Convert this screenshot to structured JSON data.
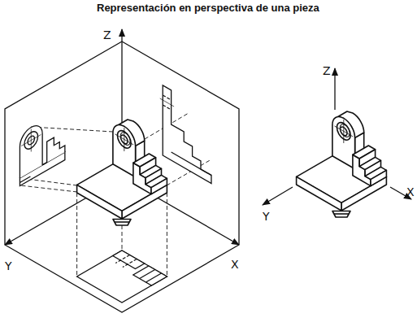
{
  "diagram": {
    "title": "Representación en perspectiva de una pieza",
    "labels": [
      "Z",
      "Y",
      "X",
      "Z",
      "X",
      "Y"
    ]
  }
}
